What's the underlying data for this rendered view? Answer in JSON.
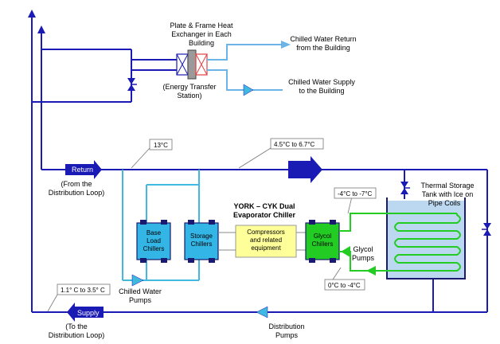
{
  "labels": {
    "hx_title": [
      "Plate & Frame Heat",
      "Exchanger in Each",
      "Building"
    ],
    "energy_station": [
      "(Energy Transfer",
      "Station)"
    ],
    "cw_return_bldg": [
      "Chilled Water Return",
      "from the Building"
    ],
    "cw_supply_bldg": [
      "Chilled Water Supply",
      "to the Building"
    ],
    "return_arrow": "Return",
    "return_from": [
      "(From the",
      "Distribution Loop)"
    ],
    "supply_arrow": "Supply",
    "supply_to": [
      "(To the",
      "Distribution Loop)"
    ],
    "temp_13": "13°C",
    "temp_return": "4.5°C to 6.7°C",
    "temp_glycol_supply": "-4°C to -7°C",
    "temp_glycol_return": "0°C to -4°C",
    "temp_supply": "1.1° C to 3.5° C",
    "chiller_title": [
      "YORK – CYK Dual",
      "Evaporator Chiller"
    ],
    "base_load": [
      "Base",
      "Load",
      "Chillers"
    ],
    "storage": [
      "Storage",
      "Chillers"
    ],
    "compressors": [
      "Compressors",
      "and related",
      "equipment"
    ],
    "glycol_chillers": [
      "Glycol",
      "Chillers"
    ],
    "glycol_pumps": [
      "Glycol",
      "Pumps"
    ],
    "cw_pumps": [
      "Chilled Water",
      "Pumps"
    ],
    "tes": [
      "Thermal Storage",
      "Tank with Ice on",
      "Pipe Coils"
    ],
    "distribution_pumps": [
      "Distribution",
      "Pumps"
    ]
  },
  "colors": {
    "loop": "#1a1ab4",
    "chilled": "#40b8e0",
    "glycol": "#22cc22",
    "chiller_box": "#33b5e5",
    "glycol_box": "#22cc22",
    "compressor_box": "#ffff99",
    "tank": "#bcd8f0"
  }
}
